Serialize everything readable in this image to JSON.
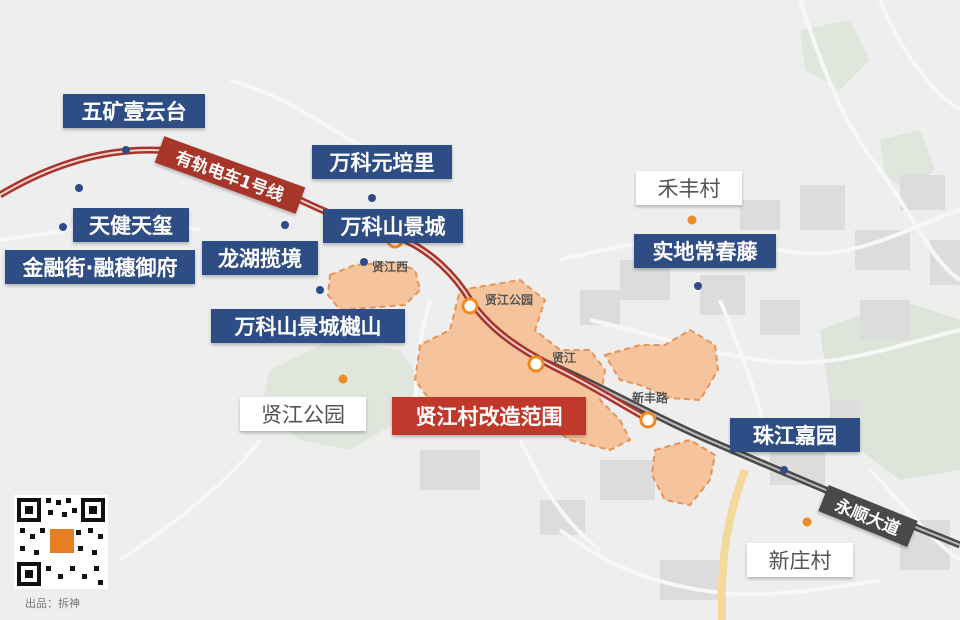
{
  "map": {
    "lines": {
      "tram": {
        "label": "有轨电车1号线",
        "color": "#a8342c"
      },
      "road": {
        "label": "永顺大道",
        "color": "#4a4a4a"
      }
    },
    "stations": [
      {
        "id": "xianjiangxi",
        "label": "贤江西"
      },
      {
        "id": "xianjianggongyuan",
        "label": "贤江公园"
      },
      {
        "id": "xianjiang",
        "label": "贤江"
      },
      {
        "id": "xinfenglu",
        "label": "新丰路"
      }
    ],
    "projects": [
      {
        "id": "wukuang",
        "label": "五矿壹云台"
      },
      {
        "id": "tianjian",
        "label": "天健天玺"
      },
      {
        "id": "jinrongjie",
        "label": "金融街·融穗御府"
      },
      {
        "id": "longhu",
        "label": "龙湖揽境"
      },
      {
        "id": "vanke-yuanpeili",
        "label": "万科元培里"
      },
      {
        "id": "vanke-shanjingcheng",
        "label": "万科山景城"
      },
      {
        "id": "vanke-chengshan",
        "label": "万科山景城樾山"
      },
      {
        "id": "shidi",
        "label": "实地常春藤"
      },
      {
        "id": "zhujiang",
        "label": "珠江嘉园"
      }
    ],
    "places": [
      {
        "id": "hefeng",
        "label": "禾丰村"
      },
      {
        "id": "xjpark",
        "label": "贤江公园"
      },
      {
        "id": "xinzhuang",
        "label": "新庄村"
      }
    ],
    "highlight": {
      "label": "贤江村改造范围",
      "color": "#c0392b"
    },
    "colors": {
      "project_label": "#2f4d85",
      "area_fill": "#f5c39c",
      "area_border": "#e6945a",
      "station_ring": "#f08a24",
      "park": "#dde5da"
    }
  },
  "credit": "出品：拆神"
}
